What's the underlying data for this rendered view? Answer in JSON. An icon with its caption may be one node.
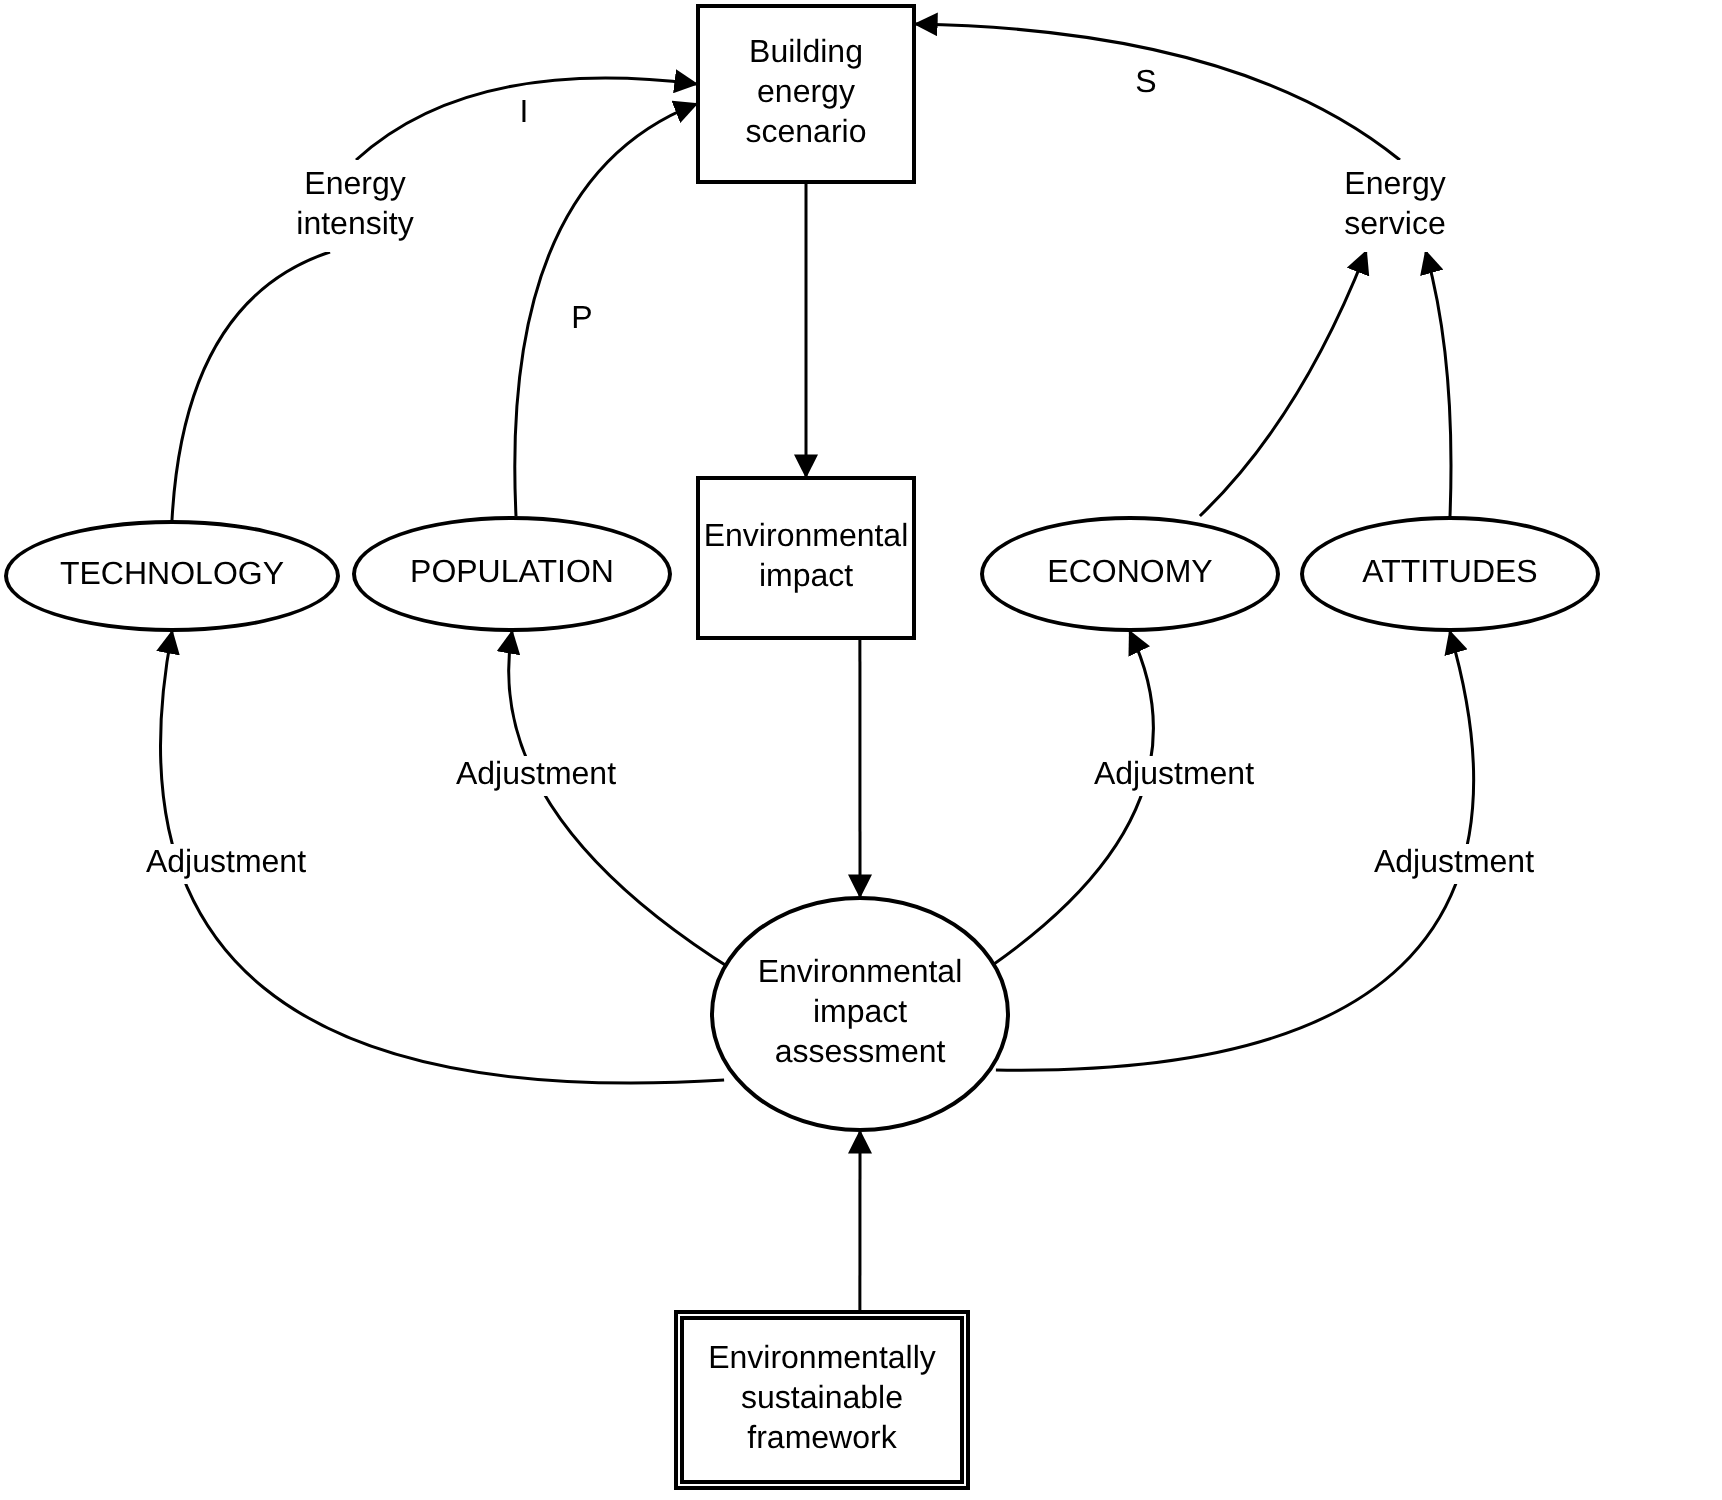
{
  "diagram": {
    "nodes": [
      {
        "text": [
          "Building energy scenario"
        ]
      },
      {
        "text": [
          "Energy intensity"
        ]
      },
      {
        "text": [
          "Energy service"
        ]
      },
      {
        "text": [
          "TECHNOLOGY"
        ]
      },
      {
        "text": [
          "POPULATION"
        ]
      },
      {
        "text": [
          "Environmental impact"
        ]
      },
      {
        "text": [
          "ECONOMY"
        ]
      },
      {
        "text": [
          "ATTITUDES"
        ]
      },
      {
        "text": [
          "Environmental impact assessment"
        ]
      },
      {
        "text": [
          "Environmentally sustainable framework"
        ]
      }
    ],
    "edges": [
      {
        "from": 3,
        "to": 1,
        "arrow": "none"
      },
      {
        "from": 1,
        "to": 0,
        "arrow": "to",
        "label": "I"
      },
      {
        "from": 4,
        "to": 0,
        "arrow": "to",
        "label": "P"
      },
      {
        "from": 2,
        "to": 0,
        "arrow": "to",
        "label": "S"
      },
      {
        "from": 6,
        "to": 2,
        "arrow": "to"
      },
      {
        "from": 7,
        "to": 2,
        "arrow": "to"
      },
      {
        "from": 0,
        "to": 5,
        "arrow": "to"
      },
      {
        "from": 5,
        "to": 8,
        "arrow": "to"
      },
      {
        "from": 8,
        "to": 3,
        "arrow": "to",
        "label": "Adjustment"
      },
      {
        "from": 8,
        "to": 4,
        "arrow": "to",
        "label": "Adjustment"
      },
      {
        "from": 8,
        "to": 6,
        "arrow": "to",
        "label": "Adjustment"
      },
      {
        "from": 8,
        "to": 7,
        "arrow": "to",
        "label": "Adjustment"
      },
      {
        "from": 9,
        "to": 8,
        "arrow": "to"
      }
    ]
  }
}
